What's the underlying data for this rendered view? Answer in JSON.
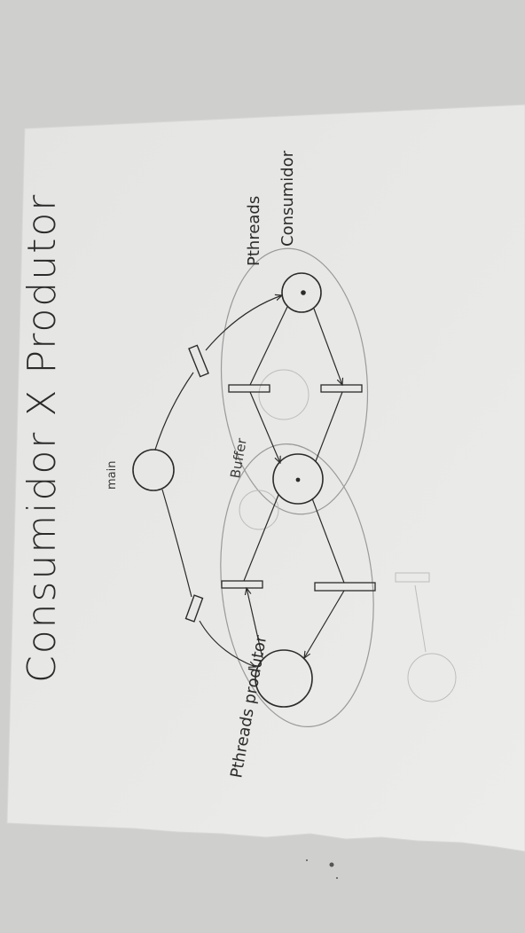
{
  "title": "Consumidor X Produtor",
  "labels": {
    "main": "main",
    "buffer": "Buffer",
    "pthreads_consumidor_1": "Pthreads",
    "pthreads_consumidor_2": "Consumidor",
    "pthreads_produtor": "Pthreads produtor"
  },
  "colors": {
    "paper": "#e9e9e7",
    "background": "#cfcfcd",
    "ink": "#2b2b2b",
    "pencil_faint": "#9a9a9a"
  }
}
